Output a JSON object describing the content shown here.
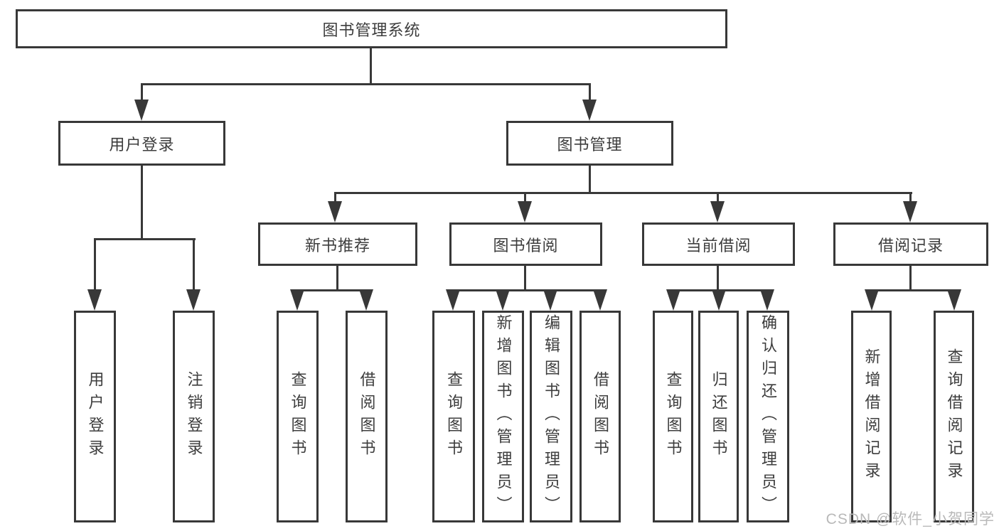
{
  "diagram": {
    "root": {
      "label": "图书管理系统"
    },
    "level2": [
      {
        "label": "用户登录"
      },
      {
        "label": "图书管理"
      }
    ],
    "level3": [
      {
        "label": "新书推荐",
        "parent": "图书管理"
      },
      {
        "label": "图书借阅",
        "parent": "图书管理"
      },
      {
        "label": "当前借阅",
        "parent": "图书管理"
      },
      {
        "label": "借阅记录",
        "parent": "图书管理"
      }
    ],
    "leaves": [
      {
        "label": "用户登录",
        "parent": "用户登录"
      },
      {
        "label": "注销登录",
        "parent": "用户登录"
      },
      {
        "label": "查询图书",
        "parent": "新书推荐"
      },
      {
        "label": "借阅图书",
        "parent": "新书推荐"
      },
      {
        "label": "查询图书",
        "parent": "图书借阅"
      },
      {
        "label": "新增图书（管理员）",
        "parent": "图书借阅"
      },
      {
        "label": "编辑图书（管理员）",
        "parent": "图书借阅"
      },
      {
        "label": "借阅图书",
        "parent": "图书借阅"
      },
      {
        "label": "查询图书",
        "parent": "当前借阅"
      },
      {
        "label": "归还图书",
        "parent": "当前借阅"
      },
      {
        "label": "确认归还（管理员）",
        "parent": "当前借阅"
      },
      {
        "label": "新增借阅记录",
        "parent": "借阅记录"
      },
      {
        "label": "查询借阅记录",
        "parent": "借阅记录"
      }
    ],
    "watermark": "CSDN @软件_小贺同学",
    "colors": {
      "line": "#383838",
      "box_border": "#383838",
      "text": "#3d3d3d",
      "watermark": "#b9b9b9",
      "background": "#ffffff"
    }
  }
}
